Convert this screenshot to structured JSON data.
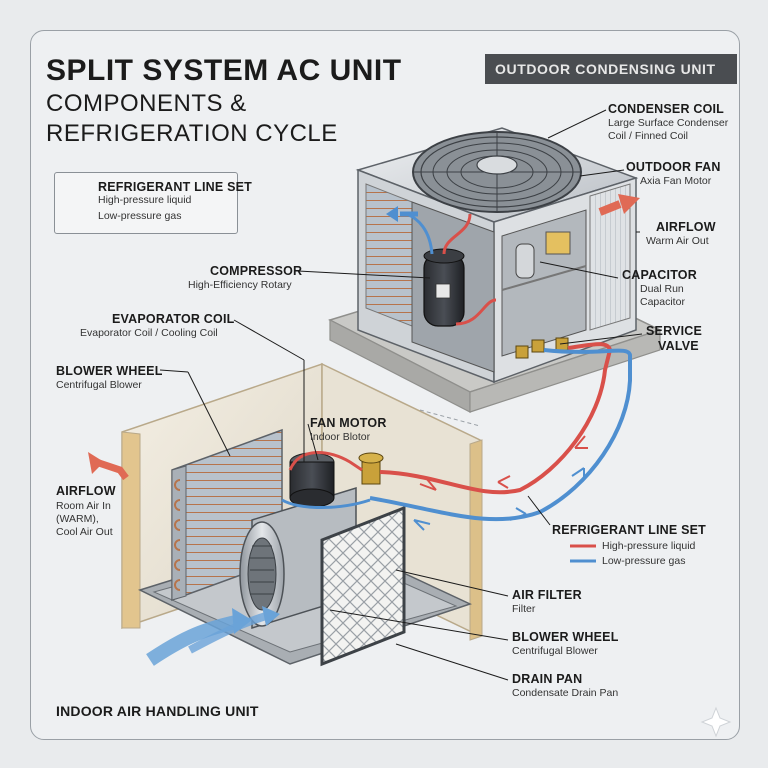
{
  "title": {
    "line1": "SPLIT SYSTEM AC UNIT",
    "line2": "COMPONENTS &",
    "line3": "REFRIGERATION CYCLE"
  },
  "sections": {
    "outdoor": "OUTDOOR CONDENSING UNIT",
    "indoor": "INDOOR AIR HANDLING UNIT"
  },
  "legend": {
    "title": "REFRIGERANT LINE SET",
    "high": "High-pressure liquid",
    "low": "Low-pressure gas"
  },
  "labels": {
    "condenser_coil": {
      "title": "CONDENSER COIL",
      "sub1": "Large Surface Condenser",
      "sub2": "Coil / Finned Coil"
    },
    "outdoor_fan": {
      "title": "OUTDOOR FAN",
      "sub": "Axia Fan Motor"
    },
    "airflow_out": {
      "title": "AIRFLOW",
      "sub": "Warm Air Out"
    },
    "capacitor": {
      "title": "CAPACITOR",
      "sub1": "Dual Run",
      "sub2": "Capacitor"
    },
    "service_valve": {
      "title1": "SERVICE",
      "title2": "VALVE"
    },
    "compressor": {
      "title": "COMPRESSOR",
      "sub": "High-Efficiency Rotary"
    },
    "evaporator_coil": {
      "title": "EVAPORATOR COIL",
      "sub": "Evaporator Coil / Cooling Coil"
    },
    "blower_wheel_top": {
      "title": "BLOWER WHEEL",
      "sub": "Centrifugal Blower"
    },
    "fan_motor": {
      "title": "FAN MOTOR",
      "sub": "Indoor Blotor"
    },
    "airflow_in": {
      "title": "AIRFLOW",
      "sub1": "Room Air In",
      "sub2": "(WARM),",
      "sub3": "Cool Air Out"
    },
    "line_set": {
      "title": "REFRIGERANT LINE SET",
      "high": "High-pressure liquid",
      "low": "Low-pressure gas"
    },
    "air_filter": {
      "title": "AIR FILTER",
      "sub": "Filter"
    },
    "blower_wheel_bottom": {
      "title": "BLOWER WHEEL",
      "sub": "Centrifugal Blower"
    },
    "drain_pan": {
      "title": "DRAIN PAN",
      "sub": "Condensate Drain Pan"
    }
  },
  "colors": {
    "high_pressure": "#d9504a",
    "low_pressure": "#4f8fd0",
    "warm_air": "#e06a55",
    "cool_air": "#6aa3d8",
    "banner": "#4a4d51"
  }
}
